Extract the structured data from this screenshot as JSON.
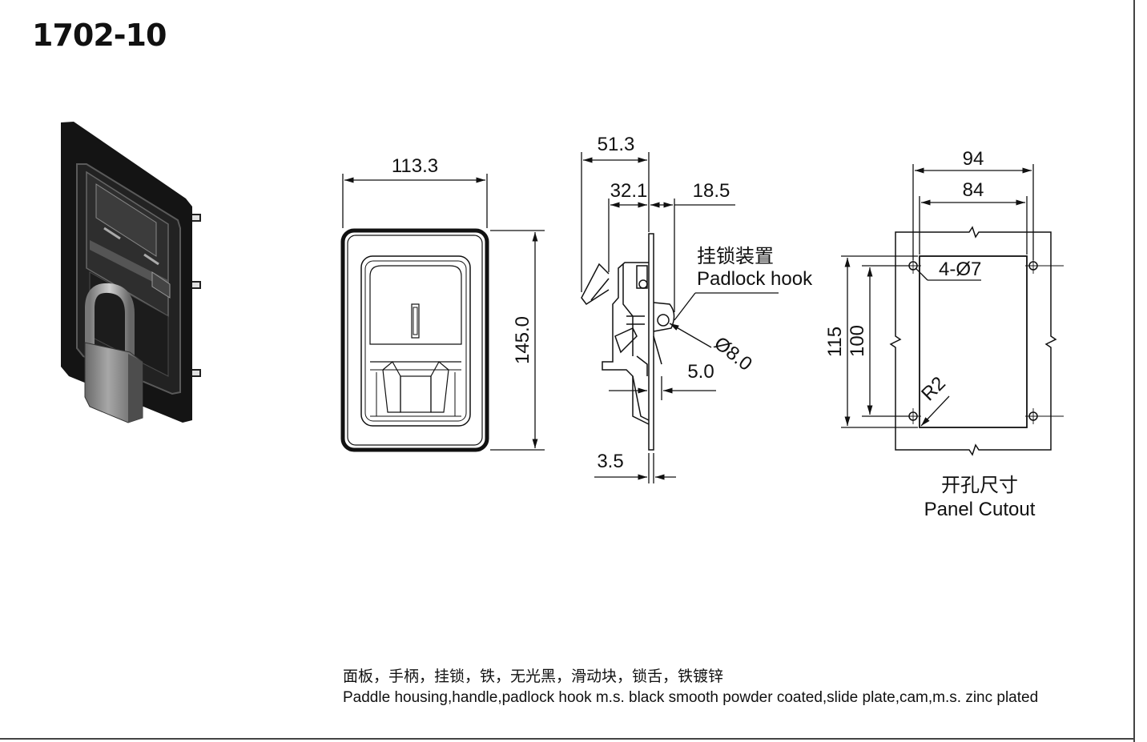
{
  "title": "1702-10",
  "front_view": {
    "width_dim": "113.3",
    "height_dim": "145.0"
  },
  "side_view": {
    "depth_total": "51.3",
    "depth_inner": "32.1",
    "depth_outer": "18.5",
    "hook_diameter": "Ø8.0",
    "offset": "5.0",
    "panel_thickness": "3.5",
    "padlock_label_cn": "挂锁装置",
    "padlock_label_en": "Padlock hook"
  },
  "cutout_view": {
    "width_outer": "94",
    "width_inner": "84",
    "height_outer": "115",
    "height_inner": "100",
    "holes": "4-Ø7",
    "corner_radius": "R2",
    "label_cn": "开孔尺寸",
    "label_en": "Panel Cutout"
  },
  "notes": {
    "material_cn": "面板，手柄，挂锁，铁，无光黑，滑动块，锁舌，铁镀锌",
    "material_en": "Paddle housing,handle,padlock hook m.s. black smooth powder coated,slide plate,cam,m.s. zinc plated"
  }
}
